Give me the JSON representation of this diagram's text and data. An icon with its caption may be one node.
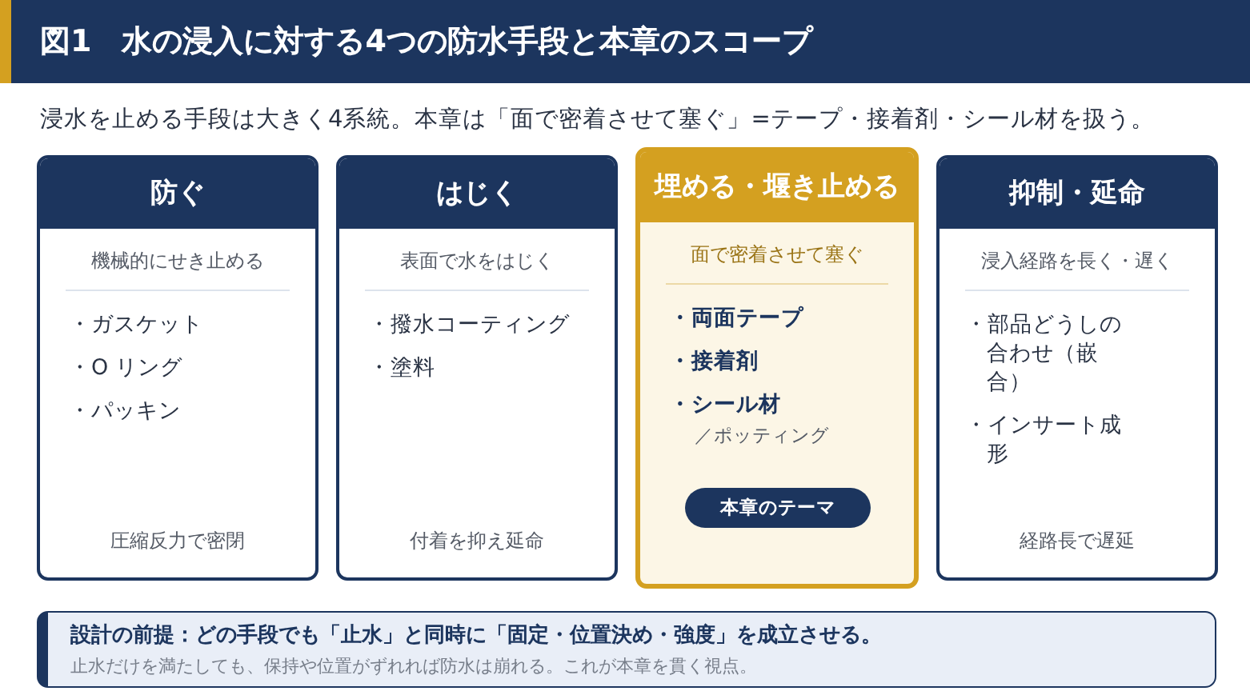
{
  "diagram": {
    "title": "図1　水の浸入に対する4つの防水手段と本章のスコープ",
    "nodes": [
      {
        "text": [
          "防ぐ",
          "機械的にせき止める",
          "・ガスケット",
          "・O リング",
          "・パッキン",
          "圧縮反力で密閉"
        ]
      },
      {
        "text": [
          "はじく",
          "表面で水をはじく",
          "・撥水コーティング",
          "・塗料",
          "付着を抑え延命"
        ]
      },
      {
        "text": [
          "埋める・堰き止める",
          "面で密着させて塞ぐ",
          "・両面テープ",
          "・接着剤",
          "・シール材",
          "／ポッティング"
        ]
      },
      {
        "text": [
          "本章のテーマ"
        ],
        "in": 2
      },
      {
        "text": [
          "抑制・延命",
          "浸入経路を長く・遅く",
          "・部品どうしの合わせ（嵌合）",
          "・インサート成形",
          "経路長で遅延"
        ]
      },
      {
        "text": [
          "設計の前提：どの手段でも「止水」と同時に「固定・位置決め・強度」を成立させる。",
          "止水だけを満たしても、保持や位置がずれれば防水は崩れる。これが本章を貫く視点。"
        ]
      }
    ],
    "labels": [
      "浸水を止める手段は大きく4系統。本章は「面で密着させて塞ぐ」=テープ・接着剤・シール材を扱う。"
    ]
  }
}
